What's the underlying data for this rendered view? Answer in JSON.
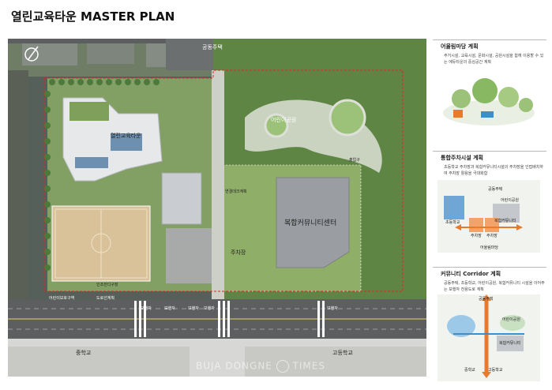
{
  "page": {
    "title": "열린교육타운 MASTER PLAN",
    "watermark_left": "BUJA DONGNE",
    "watermark_right": "TIMES"
  },
  "colors": {
    "road": "#5c5e60",
    "grass": "#6b8f4a",
    "park": "#7fa65a",
    "field": "#d9c29a",
    "boundary": "#e0242a",
    "accent": "#e87a2d",
    "panel_blue": "#3d8ec9"
  },
  "map": {
    "labels": {
      "apartment": "공동주택",
      "park": "어린이공원",
      "school_center": "열린교육타운",
      "community_center": "복합커뮤니티센터",
      "parking": "주차장",
      "middle_school": "중학교",
      "high_school": "고등학교",
      "school_zone": "어린이보호구역",
      "road_plan": "도로선계획",
      "entrance": "출입구",
      "playfield": "인조잔디구장",
      "corridor_link": "연결데크계획",
      "crosswalk_a": "보행자",
      "crosswalk_b": "보행자",
      "crosswalk_c": "보행자",
      "crosswalk_d": "보행자",
      "crosswalk_e": "보행자"
    }
  },
  "panels": [
    {
      "title": "어울림마당 계획",
      "desc": "주거시설, 교육시설, 문화시설, 공원시설을 함께 이용할 수 있는 에듀타운의 중심공간 계획",
      "icon": "plaza-diagram-icon"
    },
    {
      "title": "통합주차시설 계획",
      "desc": "초등학교 주차장과 복합커뮤니티시설의 주차장을 인접배치하여 주차장 활용을 극대화함",
      "icon": "parking-diagram-icon",
      "labels": [
        "공동주택",
        "어린이공원",
        "복합커뮤니티",
        "주차장",
        "주차장",
        "초등학교",
        "어울림마당"
      ]
    },
    {
      "title": "커뮤니티 Corridor 계획",
      "desc": "공동주택, 초등학교, 어린이공원, 복합커뮤니티 시설을 이어주는 보행자 전용도로 계획",
      "icon": "corridor-diagram-icon",
      "labels": [
        "공동주택",
        "어린이공원",
        "복합커뮤니티",
        "중학교",
        "고등학교"
      ]
    }
  ]
}
